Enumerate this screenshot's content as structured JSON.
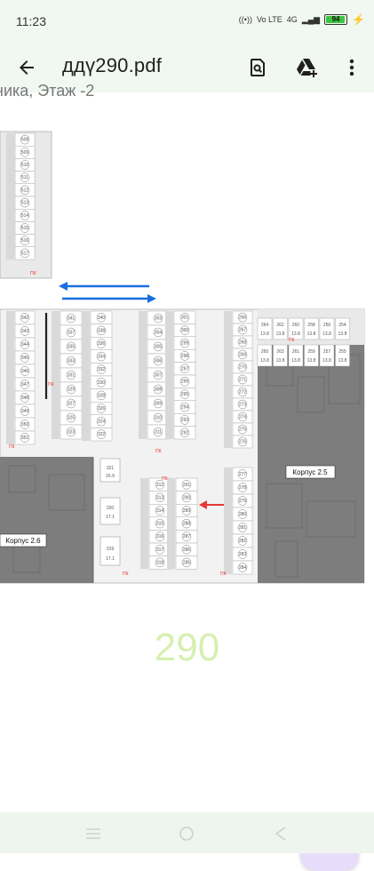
{
  "status": {
    "time": "11:23",
    "net_type": "Vo LTE",
    "net_gen": "4G",
    "battery": "94"
  },
  "toolbar": {
    "title": "ддү290.pdf"
  },
  "plan": {
    "header_fragment": "ника, Этаж -2",
    "building_left": "Корпус 2.6",
    "building_right": "Корпус 2.5",
    "spot_size_a": "15.9",
    "spot_size_b": "17.1",
    "spot_size_c": "17.1",
    "spot_321": "321",
    "spot_320": "320",
    "spot_319": "319",
    "hydrant_code": "ПК",
    "col1": [
      "508",
      "509",
      "510",
      "511",
      "512",
      "513",
      "514",
      "515",
      "516",
      "517"
    ],
    "col2": [
      "342",
      "343",
      "344",
      "345",
      "346",
      "347",
      "348",
      "349",
      "350",
      "351"
    ],
    "col3": [
      "341",
      "337",
      "335",
      "333",
      "331",
      "329",
      "327",
      "325",
      "323"
    ],
    "col4": [
      "340",
      "338",
      "336",
      "334",
      "332",
      "330",
      "328",
      "326",
      "324",
      "322"
    ],
    "col5": [
      "303",
      "304",
      "305",
      "306",
      "307",
      "308",
      "309",
      "310",
      "311"
    ],
    "col6": [
      "301",
      "300",
      "299",
      "298",
      "297",
      "296",
      "295",
      "294",
      "293",
      "292"
    ],
    "col7": [
      "266",
      "267",
      "268",
      "269",
      "270",
      "271",
      "272",
      "273",
      "274",
      "275",
      "276"
    ],
    "col8": [
      "277",
      "278",
      "279",
      "280",
      "281",
      "282",
      "283",
      "284"
    ],
    "col9": [
      "312",
      "313",
      "314",
      "315",
      "316",
      "317",
      "318"
    ],
    "col10": [
      "291",
      "290",
      "289",
      "288",
      "287",
      "286",
      "285"
    ],
    "top_right_row1": [
      "264",
      "262",
      "260",
      "258",
      "256",
      "254"
    ],
    "top_right_row2": [
      "265",
      "263",
      "261",
      "259",
      "257",
      "255"
    ],
    "top_right_size": "13.8"
  },
  "page_number": "290",
  "colors": {
    "accent_blue": "#1a6fe0",
    "accent_red": "#e53935",
    "fab_bg": "#e8dcfb"
  }
}
